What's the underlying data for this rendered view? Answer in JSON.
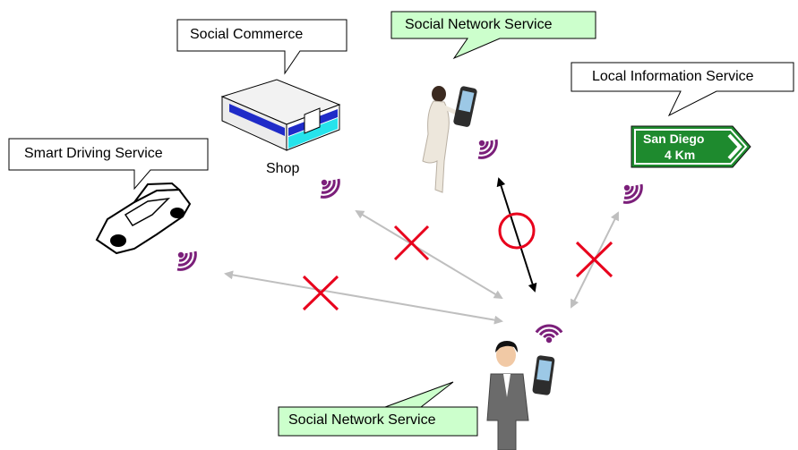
{
  "callouts": {
    "social_commerce": "Social Commerce",
    "sns_top": "Social Network Service",
    "local_info": "Local Information Service",
    "smart_driving": "Smart Driving Service",
    "sns_bottom": "Social Network Service"
  },
  "shop_label": "Shop",
  "sign": {
    "line1": "San Diego",
    "line2": "4 Km"
  },
  "colors": {
    "wifi": "#7B1F7A",
    "cross": "#E8001C",
    "ok_circle": "#E8001C",
    "gray_arrow": "#BFBFBF",
    "callout_green": "#CCFFCC",
    "sign_green": "#1E8A2E",
    "shop_blue": "#1F2BC8",
    "shop_cyan": "#26E3EB"
  },
  "icons": [
    "shop-icon",
    "car-icon",
    "woman-with-phone-icon",
    "man-with-phone-icon",
    "road-sign-icon",
    "wifi-signal-icon",
    "cross-mark-icon",
    "circle-mark-icon"
  ]
}
